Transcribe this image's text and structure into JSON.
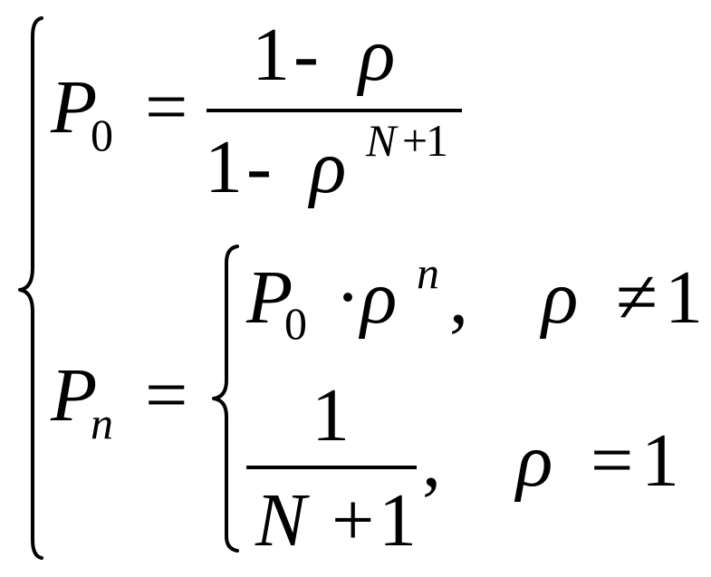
{
  "equation": {
    "p0": {
      "symbol": "P",
      "subscript": "0",
      "equals": "=",
      "numerator": {
        "one": "1",
        "minus": "-",
        "rho": "ρ"
      },
      "denominator": {
        "one": "1",
        "minus": "-",
        "rho": "ρ",
        "exponent_var": "N",
        "exponent_plus": "+",
        "exponent_one": "1"
      }
    },
    "pn": {
      "symbol": "P",
      "subscript": "n",
      "equals": "=",
      "case1": {
        "p": "P",
        "p_subscript": "0",
        "dot": "·",
        "rho": "ρ",
        "rho_exponent": "n",
        "comma": ",",
        "cond_rho": "ρ",
        "cond_op": "≠",
        "cond_value": "1"
      },
      "case2": {
        "numerator": "1",
        "den_var": "N",
        "den_plus": "+",
        "den_one": "1",
        "comma": ",",
        "cond_rho": "ρ",
        "cond_op": "=",
        "cond_value": "1"
      }
    }
  }
}
